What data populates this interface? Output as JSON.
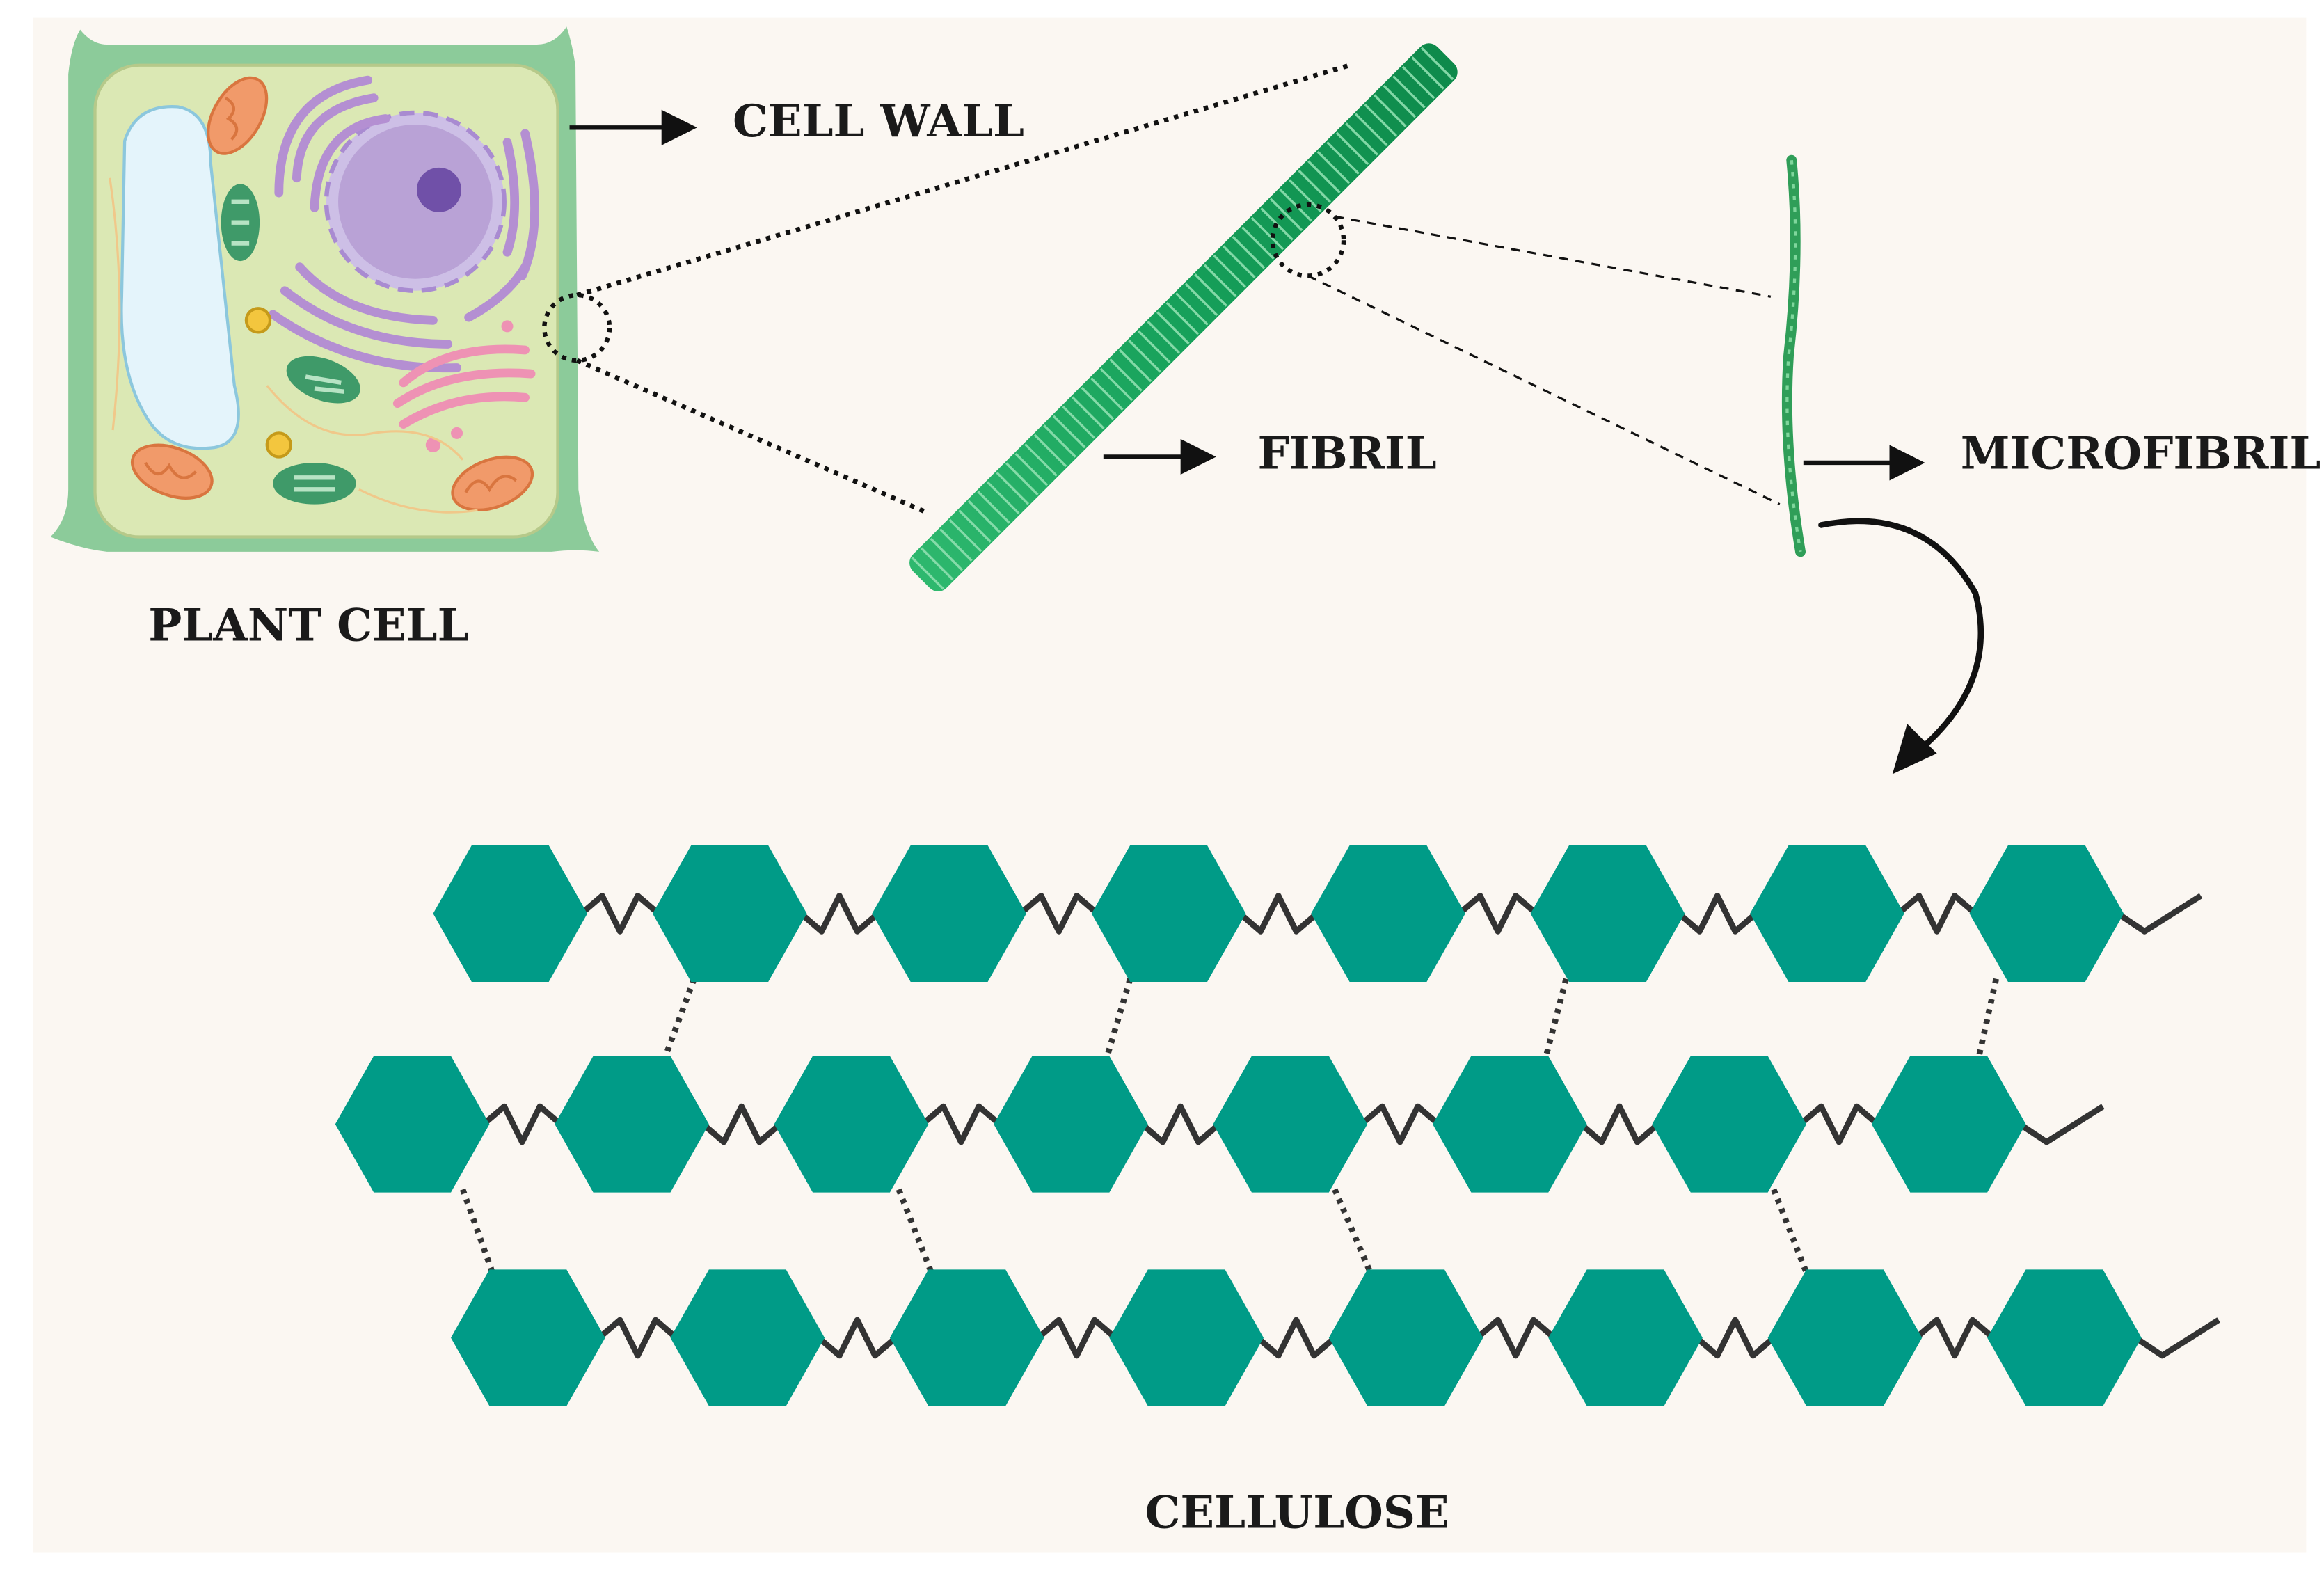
{
  "labels": {
    "cell_wall": "CELL WALL",
    "fibril": "FIBRIL",
    "microfibril": "MICROFIBRIL",
    "plant_cell": "PLANT CELL",
    "cellulose": "CELLULOSE"
  },
  "colors": {
    "background": "#fbf7f2",
    "cell_wall": "#8ccb9a",
    "cytoplasm": "#dbe8b4",
    "vacuole": "#e4f4fb",
    "nucleus": "#b9a2d6",
    "er": "#b48fd2",
    "golgi": "#ee92b4",
    "mitochondria": "#f19a6a",
    "chloroplast": "#3f9a69",
    "fibril": "#1fa560",
    "glucose": "#009b87",
    "bond": "#333333"
  },
  "cellulose": {
    "chains": 3,
    "units_per_chain": 8,
    "hydrogen_bonds": "dotted"
  }
}
